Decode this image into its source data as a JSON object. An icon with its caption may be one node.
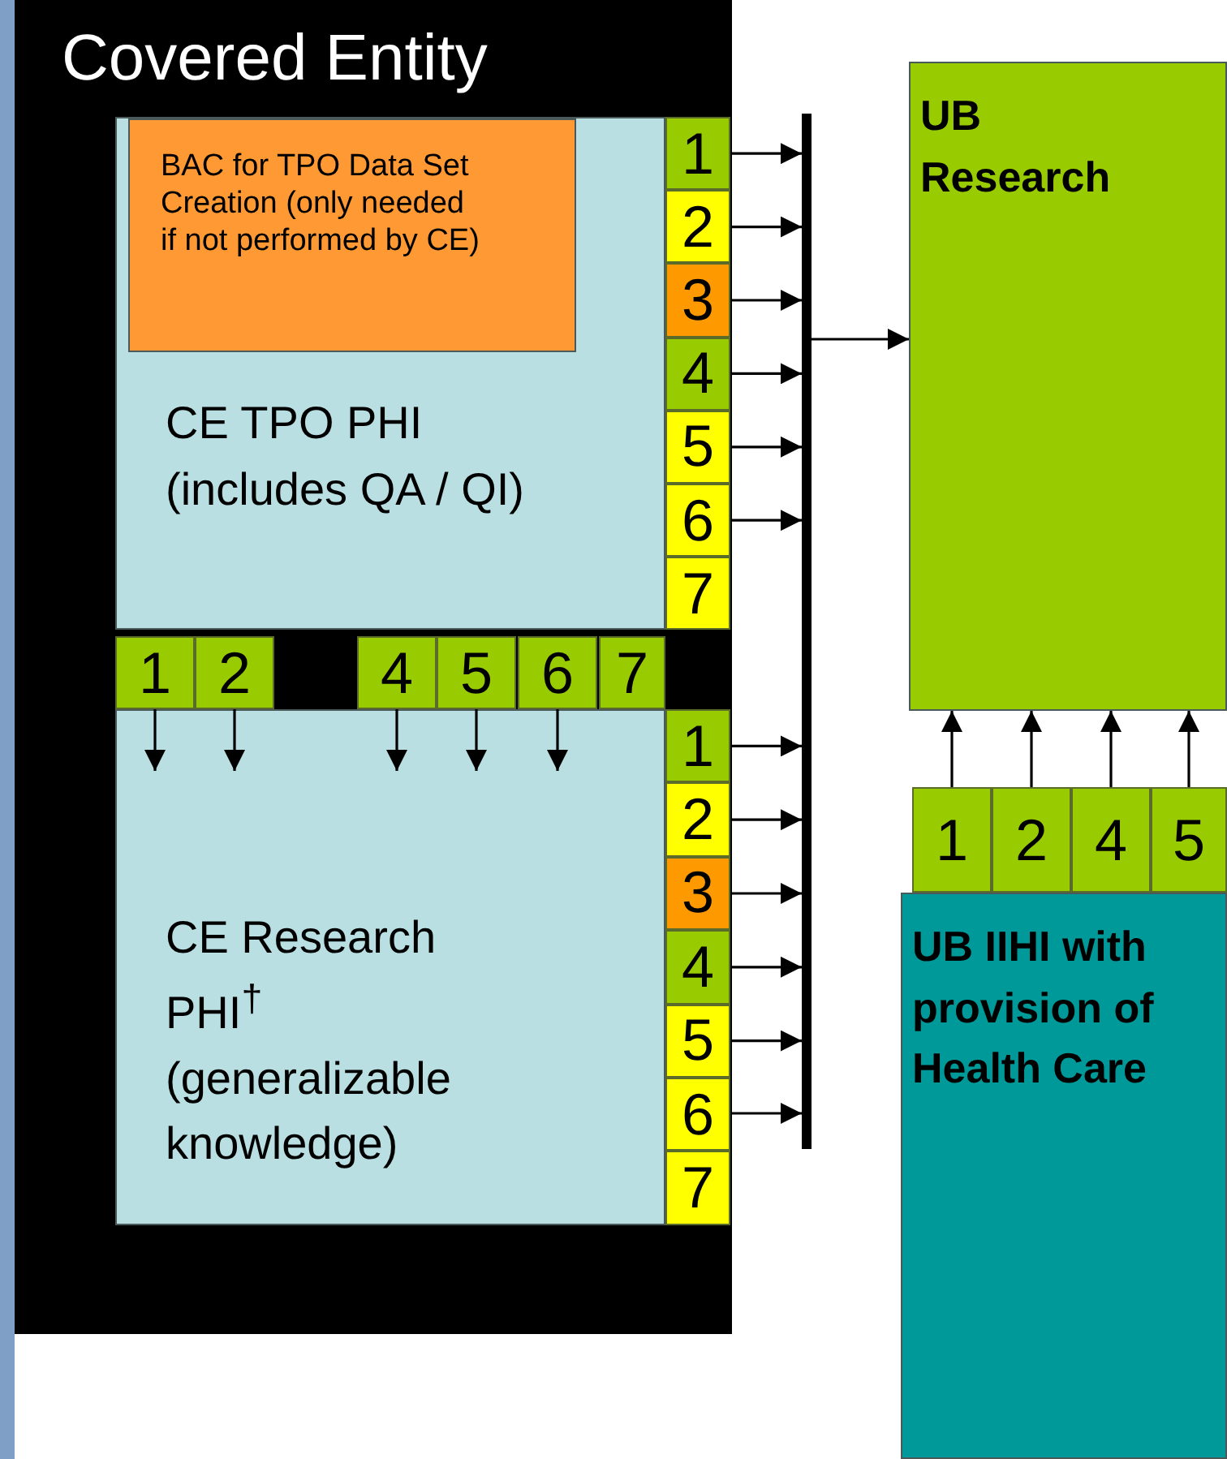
{
  "diagram": {
    "nodes": [
      {
        "text": [
          "Covered Entity"
        ]
      },
      {
        "text": [
          "CE TPO PHI (includes QA / QI)"
        ],
        "in": 0
      },
      {
        "text": [
          "BAC for TPO Data Set Creation (only needed if not performed by CE)"
        ],
        "in": 1
      },
      {
        "text": [
          "1"
        ],
        "in": 0
      },
      {
        "text": [
          "2"
        ],
        "in": 0
      },
      {
        "text": [
          "3"
        ],
        "in": 0
      },
      {
        "text": [
          "4"
        ],
        "in": 0
      },
      {
        "text": [
          "5"
        ],
        "in": 0
      },
      {
        "text": [
          "6"
        ],
        "in": 0
      },
      {
        "text": [
          "7"
        ],
        "in": 0
      },
      {
        "text": [
          "1"
        ],
        "in": 0
      },
      {
        "text": [
          "2"
        ],
        "in": 0
      },
      {
        "text": [
          "4"
        ],
        "in": 0
      },
      {
        "text": [
          "5"
        ],
        "in": 0
      },
      {
        "text": [
          "6"
        ],
        "in": 0
      },
      {
        "text": [
          "7"
        ],
        "in": 0
      },
      {
        "text": [
          "CE Research PHI$^{†}$ (generalizable knowledge)"
        ],
        "in": 0
      },
      {
        "text": [
          "1"
        ],
        "in": 0
      },
      {
        "text": [
          "2"
        ],
        "in": 0
      },
      {
        "text": [
          "3"
        ],
        "in": 0
      },
      {
        "text": [
          "4"
        ],
        "in": 0
      },
      {
        "text": [
          "5"
        ],
        "in": 0
      },
      {
        "text": [
          "6"
        ],
        "in": 0
      },
      {
        "text": [
          "7"
        ],
        "in": 0
      },
      {
        "text": [],
        "shape": "bar"
      },
      {
        "text": [
          "UB Research"
        ]
      },
      {
        "text": [
          "1"
        ]
      },
      {
        "text": [
          "2"
        ]
      },
      {
        "text": [
          "4"
        ]
      },
      {
        "text": [
          "5"
        ]
      },
      {
        "text": [
          "UB IIHI with provision of Health Care"
        ]
      },
      {
        "text": [],
        "shape": "band"
      }
    ],
    "edges": [
      {
        "from": 3,
        "to": 24,
        "arrow": "to"
      },
      {
        "from": 4,
        "to": 24,
        "arrow": "to"
      },
      {
        "from": 5,
        "to": 24,
        "arrow": "to"
      },
      {
        "from": 6,
        "to": 24,
        "arrow": "to"
      },
      {
        "from": 7,
        "to": 24,
        "arrow": "to"
      },
      {
        "from": 8,
        "to": 24,
        "arrow": "to"
      },
      {
        "from": 10,
        "to": 16,
        "arrow": "to"
      },
      {
        "from": 11,
        "to": 16,
        "arrow": "to"
      },
      {
        "from": 12,
        "to": 16,
        "arrow": "to"
      },
      {
        "from": 13,
        "to": 16,
        "arrow": "to"
      },
      {
        "from": 14,
        "to": 16,
        "arrow": "to"
      },
      {
        "from": 17,
        "to": 24,
        "arrow": "to"
      },
      {
        "from": 18,
        "to": 24,
        "arrow": "to"
      },
      {
        "from": 19,
        "to": 24,
        "arrow": "to"
      },
      {
        "from": 20,
        "to": 24,
        "arrow": "to"
      },
      {
        "from": 21,
        "to": 24,
        "arrow": "to"
      },
      {
        "from": 22,
        "to": 24,
        "arrow": "to"
      },
      {
        "from": 24,
        "to": 25,
        "arrow": "to"
      },
      {
        "from": 26,
        "to": 25,
        "arrow": "to"
      },
      {
        "from": 27,
        "to": 25,
        "arrow": "to"
      },
      {
        "from": 28,
        "to": 25,
        "arrow": "to"
      },
      {
        "from": 29,
        "to": 25,
        "arrow": "to"
      }
    ]
  }
}
